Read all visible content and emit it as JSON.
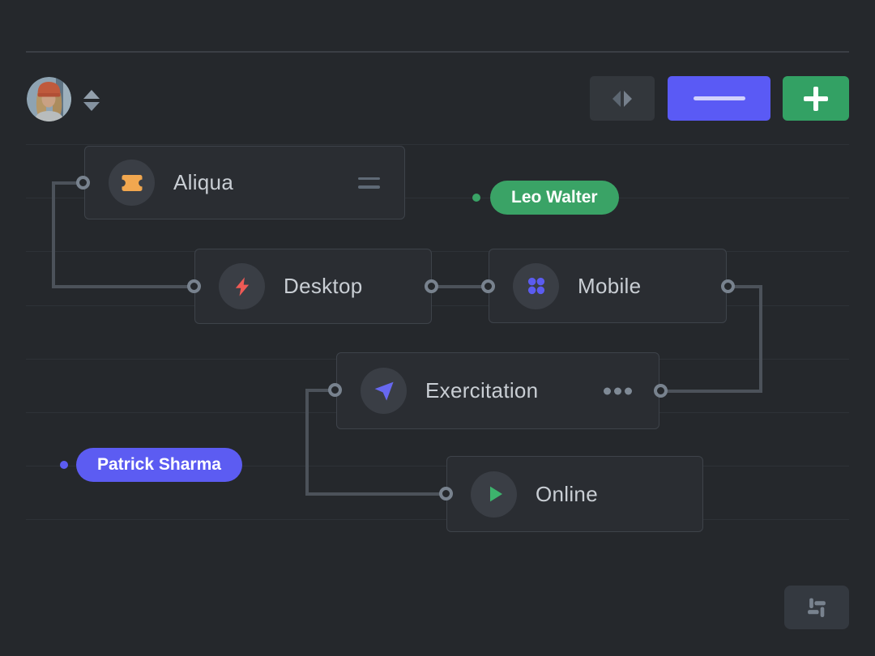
{
  "header": {
    "avatar": {
      "description": "user avatar photo"
    },
    "sort_control": {
      "icon": "sort-up-down-icon"
    },
    "collapse_button": {
      "icon": "horizontal-arrows-icon"
    },
    "primary_button": {
      "icon": "dash-icon",
      "color": "#5a5af5"
    },
    "add_button": {
      "icon": "plus-icon",
      "color": "#33a164"
    }
  },
  "nodes": [
    {
      "label": "Aliqua",
      "icon": "ticket-icon",
      "accent": "#f1a74f",
      "accessory": "equals-icon"
    },
    {
      "label": "Desktop",
      "icon": "lightning-icon",
      "accent": "#ee5a55"
    },
    {
      "label": "Mobile",
      "icon": "grid-dots-icon",
      "accent": "#5b5cf0"
    },
    {
      "label": "Exercitation",
      "icon": "navigation-icon",
      "accent": "#6768f0",
      "accessory": "ellipsis-icon"
    },
    {
      "label": "Online",
      "icon": "play-icon",
      "accent": "#3db36d"
    }
  ],
  "badges": [
    {
      "label": "Leo Walter",
      "color": "#3aa366"
    },
    {
      "label": "Patrick Sharma",
      "color": "#5c5cf2"
    }
  ],
  "connections": [
    {
      "from": "Aliqua-left",
      "to": "Desktop-left"
    },
    {
      "from": "Desktop-right",
      "to": "Mobile-left"
    },
    {
      "from": "Mobile-right",
      "to": "Exercitation-right"
    },
    {
      "from": "Exercitation-left",
      "to": "Online-left"
    }
  ],
  "footer": {
    "settings_button": {
      "icon": "sliders-icon"
    }
  }
}
